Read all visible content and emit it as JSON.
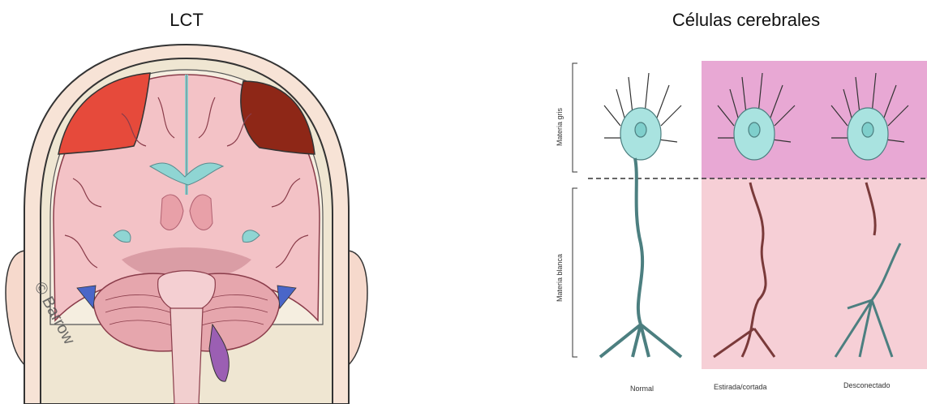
{
  "panels": {
    "left": {
      "title": "LCT",
      "watermark": "© Barrow"
    },
    "right": {
      "title": "Células cerebrales",
      "axis_labels": {
        "gray": "Materia gris",
        "white": "Materia blanca"
      },
      "columns": [
        "Normal",
        "Estirada/cortada",
        "Desconectado"
      ]
    }
  },
  "colors": {
    "brain_pink": "#f3c2c6",
    "hematoma_left": "#e64a3b",
    "hematoma_right": "#8e2717",
    "csf_blue": "#8fd5d3",
    "gray_matter_bg": "#e8a8d4",
    "white_matter_bg": "#f6cfd6",
    "neuron": "#a9e3e0"
  }
}
